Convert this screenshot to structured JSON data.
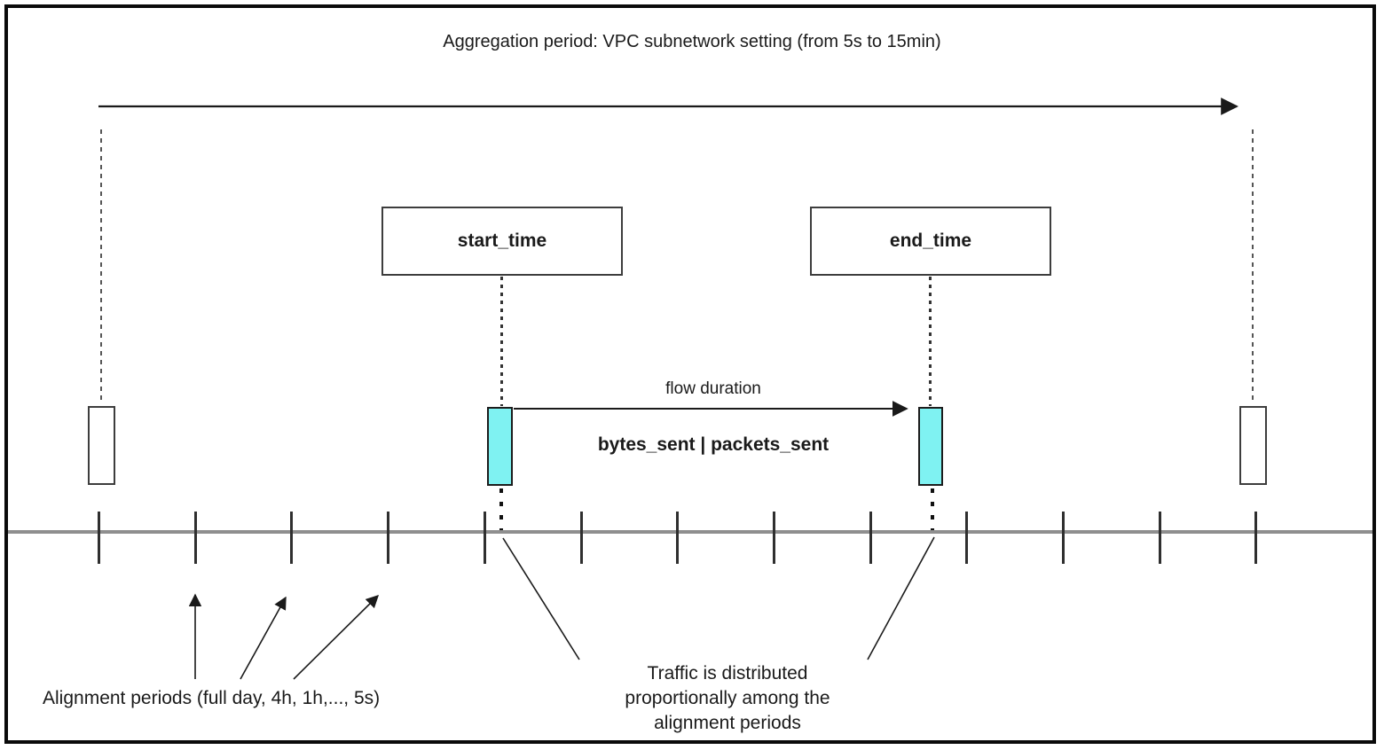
{
  "title": "Aggregation period: VPC subnetwork setting (from 5s to 15min)",
  "boxes": {
    "start_time_label": "start_time",
    "end_time_label": "end_time"
  },
  "flow": {
    "duration_label": "flow duration",
    "metrics_label": "bytes_sent | packets_sent"
  },
  "callouts": {
    "alignment_periods_label": "Alignment periods (full day, 4h, 1h,..., 5s)",
    "traffic_note_lines": [
      "Traffic is distributed",
      "proportionally among the",
      "alignment periods"
    ]
  },
  "timeline": {
    "tick_count": 13
  },
  "colors": {
    "highlight_cyan": "#7FF2F2",
    "timeline_gray": "#8F8F8F",
    "line_black": "#1a1a1a"
  }
}
